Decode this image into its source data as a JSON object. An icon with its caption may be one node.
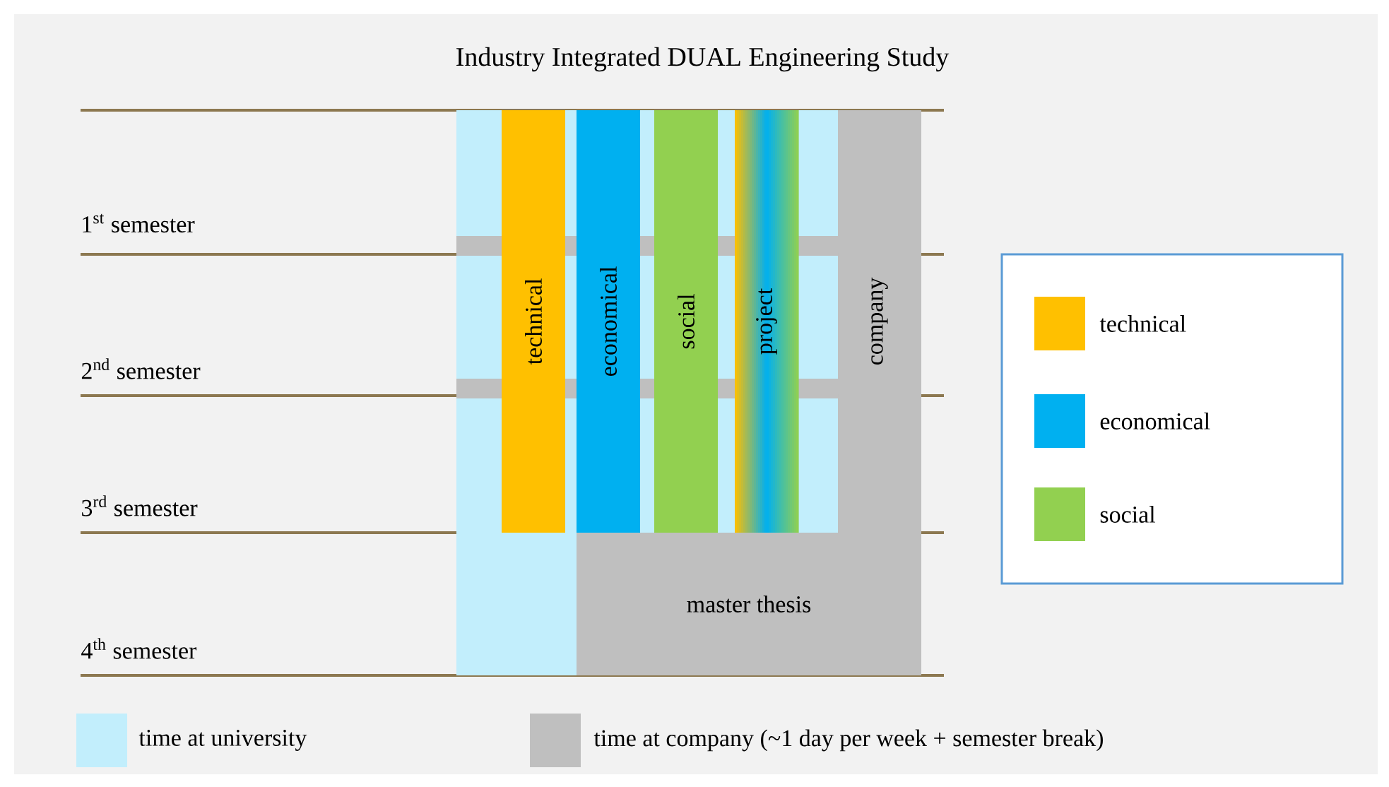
{
  "diagram": {
    "title": "Industry Integrated DUAL Engineering Study",
    "nodes": [
      {
        "text": [
          "technical"
        ]
      },
      {
        "text": [
          "economical"
        ]
      },
      {
        "text": [
          "social"
        ]
      },
      {
        "text": [
          "project"
        ]
      },
      {
        "text": [
          "company"
        ]
      },
      {
        "text": [
          "master thesis"
        ]
      }
    ],
    "labels": [
      "1$^{st}$ semester",
      "2$^{nd}$ semester",
      "3$^{rd}$ semester",
      "4$^{th}$ semester"
    ],
    "legend": [
      {
        "text": "technical",
        "color": "#ffc000"
      },
      {
        "text": "economical",
        "color": "#00b0f0"
      },
      {
        "text": "social",
        "color": "#92d050"
      },
      {
        "text": "time at university",
        "color": "#c2eefc"
      },
      {
        "text": "time at company (~1 day per week + semester break)",
        "color": "#bfbfbf"
      }
    ]
  }
}
